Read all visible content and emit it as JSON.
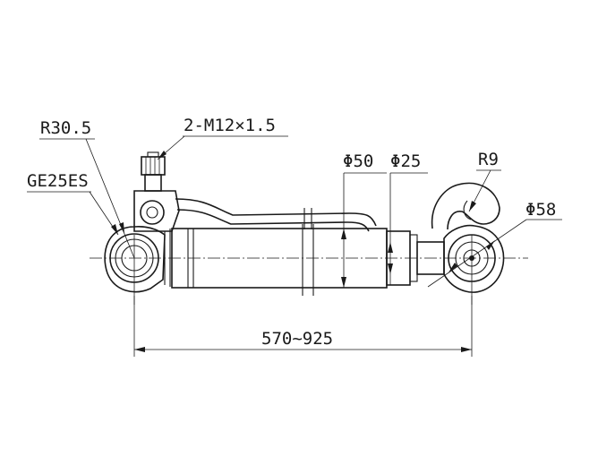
{
  "labels": {
    "radius_eye": "R30.5",
    "bearing": "GE25ES",
    "ports": "2-M12×1.5",
    "bore_dia": "Φ50",
    "rod_dia": "Φ25",
    "hook_radius": "R9",
    "rod_eye_dia": "Φ58",
    "stroke_range": "570~925"
  }
}
